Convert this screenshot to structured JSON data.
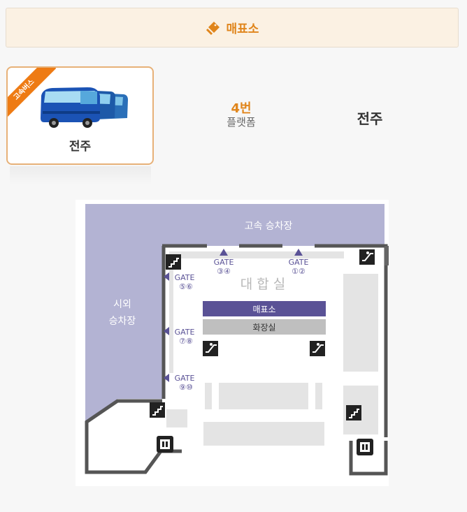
{
  "header": {
    "title": "매표소",
    "icon": "ticket-icon",
    "accent": "#e0851b"
  },
  "bus_card": {
    "badge": "고속버스",
    "destination": "전주"
  },
  "platform": {
    "number": "4번",
    "label": "플랫폼"
  },
  "destination": "전주",
  "map": {
    "express_area": "고속 승차장",
    "intercity_line1": "시외",
    "intercity_line2": "승차장",
    "hall": "대 합 실",
    "ticket_office": "매표소",
    "restroom": "화장실",
    "gates": [
      {
        "label": "GATE",
        "nums": "③④"
      },
      {
        "label": "GATE",
        "nums": "①②"
      },
      {
        "label": "GATE",
        "nums": "⑤⑥"
      },
      {
        "label": "GATE",
        "nums": "⑦⑧"
      },
      {
        "label": "GATE",
        "nums": "⑨⑩"
      }
    ],
    "colors": {
      "bus_area": "#b3b3d3",
      "ticket_office": "#5a5296",
      "restroom": "#bfbfbf",
      "wall": "#555555"
    }
  }
}
